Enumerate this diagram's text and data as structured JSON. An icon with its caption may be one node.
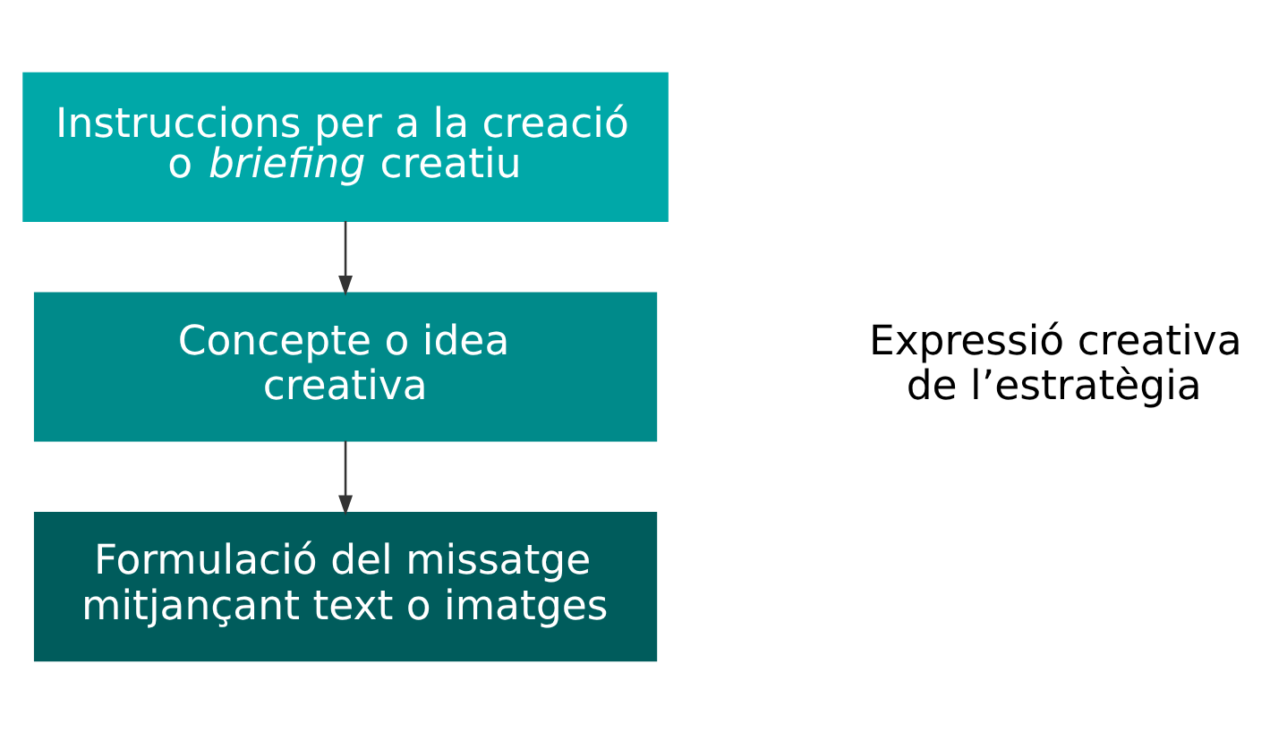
{
  "diagram": {
    "nodes": [
      {
        "text": [
          "Instruccions per a la creació o *briefing* creatiu"
        ]
      },
      {
        "text": [
          "Concepte o idea creativa"
        ]
      },
      {
        "text": [
          "Formulació del missatge mitjançant text o imatges"
        ]
      }
    ],
    "edges": [
      {
        "from": 0,
        "to": 1,
        "arrow": "to"
      },
      {
        "from": 1,
        "to": 2,
        "arrow": "to"
      }
    ],
    "labels": [
      "Expressió creativa de l’estratègia"
    ]
  }
}
